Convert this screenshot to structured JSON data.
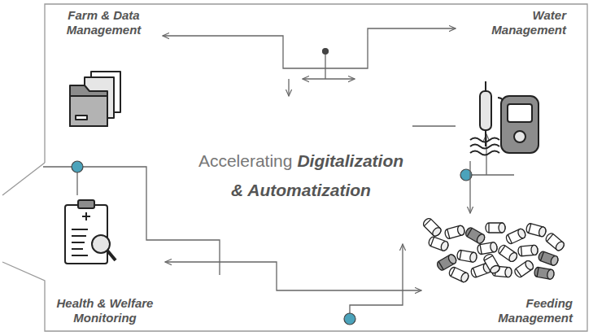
{
  "diagram": {
    "nodes": [
      {
        "text": [
          "Farm & Data Management"
        ]
      },
      {
        "text": [
          "Water Management"
        ]
      },
      {
        "text": [
          "Health & Welfare Monitoring"
        ]
      },
      {
        "text": [
          "Feeding Management"
        ]
      }
    ],
    "edges": [
      {
        "from": 0,
        "to": 1,
        "arrow": "both"
      },
      {
        "from": 1,
        "to": 3,
        "arrow": "to"
      },
      {
        "from": 2,
        "to": 3,
        "arrow": "both"
      }
    ],
    "labels": [
      "Accelerating",
      "Digitalization",
      "& Automatization"
    ]
  }
}
